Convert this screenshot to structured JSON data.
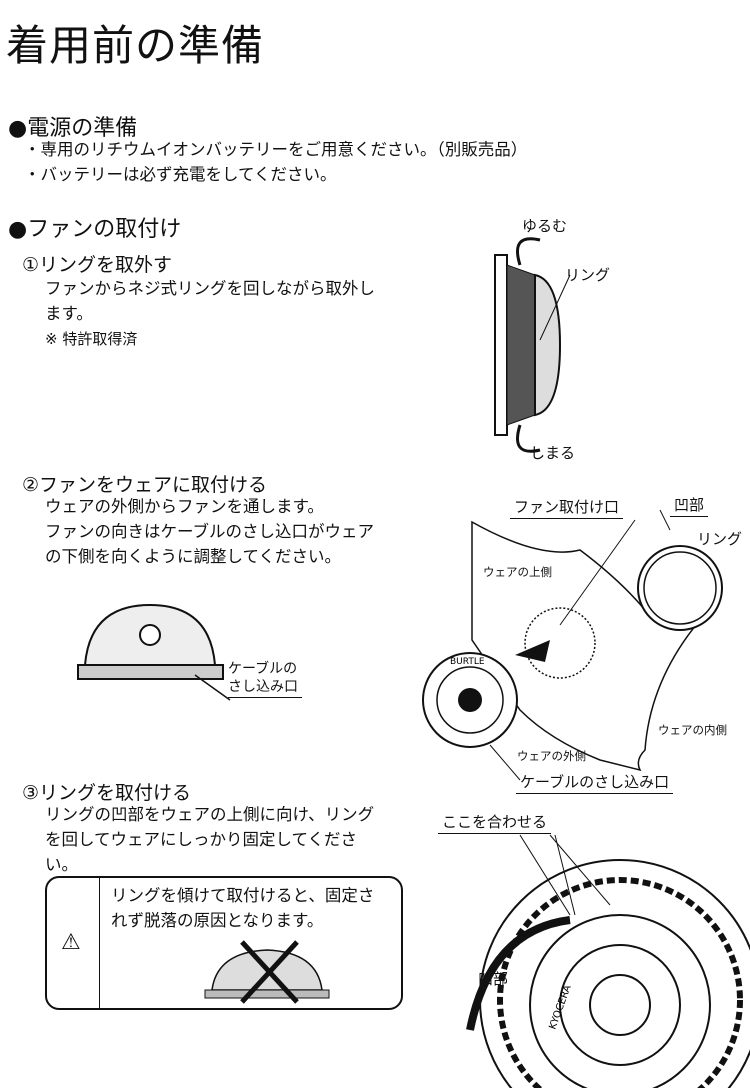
{
  "title": "着用前の準備",
  "power": {
    "heading": "●電源の準備",
    "bullets": [
      "・専用のリチウムイオンバッテリーをご用意ください。（別販売品）",
      "・バッテリーは必ず充電をしてください。"
    ]
  },
  "fan": {
    "heading": "●ファンの取付け",
    "step1": {
      "heading": "①リングを取外す",
      "lines": [
        "ファンからネジ式リングを回しながら取外し",
        "ます。"
      ],
      "note": "※ 特許取得済",
      "figure": {
        "loosen": "ゆるむ",
        "ring": "リング",
        "tighten": "しまる"
      }
    },
    "step2": {
      "heading": "②ファンをウェアに取付ける",
      "lines": [
        "ウェアの外側からファンを通します。",
        "ファンの向きはケーブルのさし込口がウェア",
        "の下側を向くように調整してください。"
      ],
      "fan_figure": {
        "cable_port": [
          "ケーブルの",
          "さし込み口"
        ]
      },
      "figure": {
        "mount_hole": "ファン取付け口",
        "notch": "凹部",
        "ring": "リング",
        "upper": "ウェアの上側",
        "inner": "ウェアの内側",
        "outer": "ウェアの外側",
        "cable_port": "ケーブルのさし込み口",
        "brand": "BURTLE"
      }
    },
    "step3": {
      "heading": "③リングを取付ける",
      "lines": [
        "リングの凹部をウェアの上側に向け、リング",
        "を回してウェアにしっかり固定してくださ",
        "い。"
      ],
      "warning": {
        "icon": "⚠",
        "lines": [
          "リングを傾けて取付けると、固定さ",
          "れず脱落の原因となります。"
        ]
      },
      "figure": {
        "align": "ここを合わせる",
        "notch": "凹部",
        "brand": "KYOCERA"
      }
    }
  }
}
